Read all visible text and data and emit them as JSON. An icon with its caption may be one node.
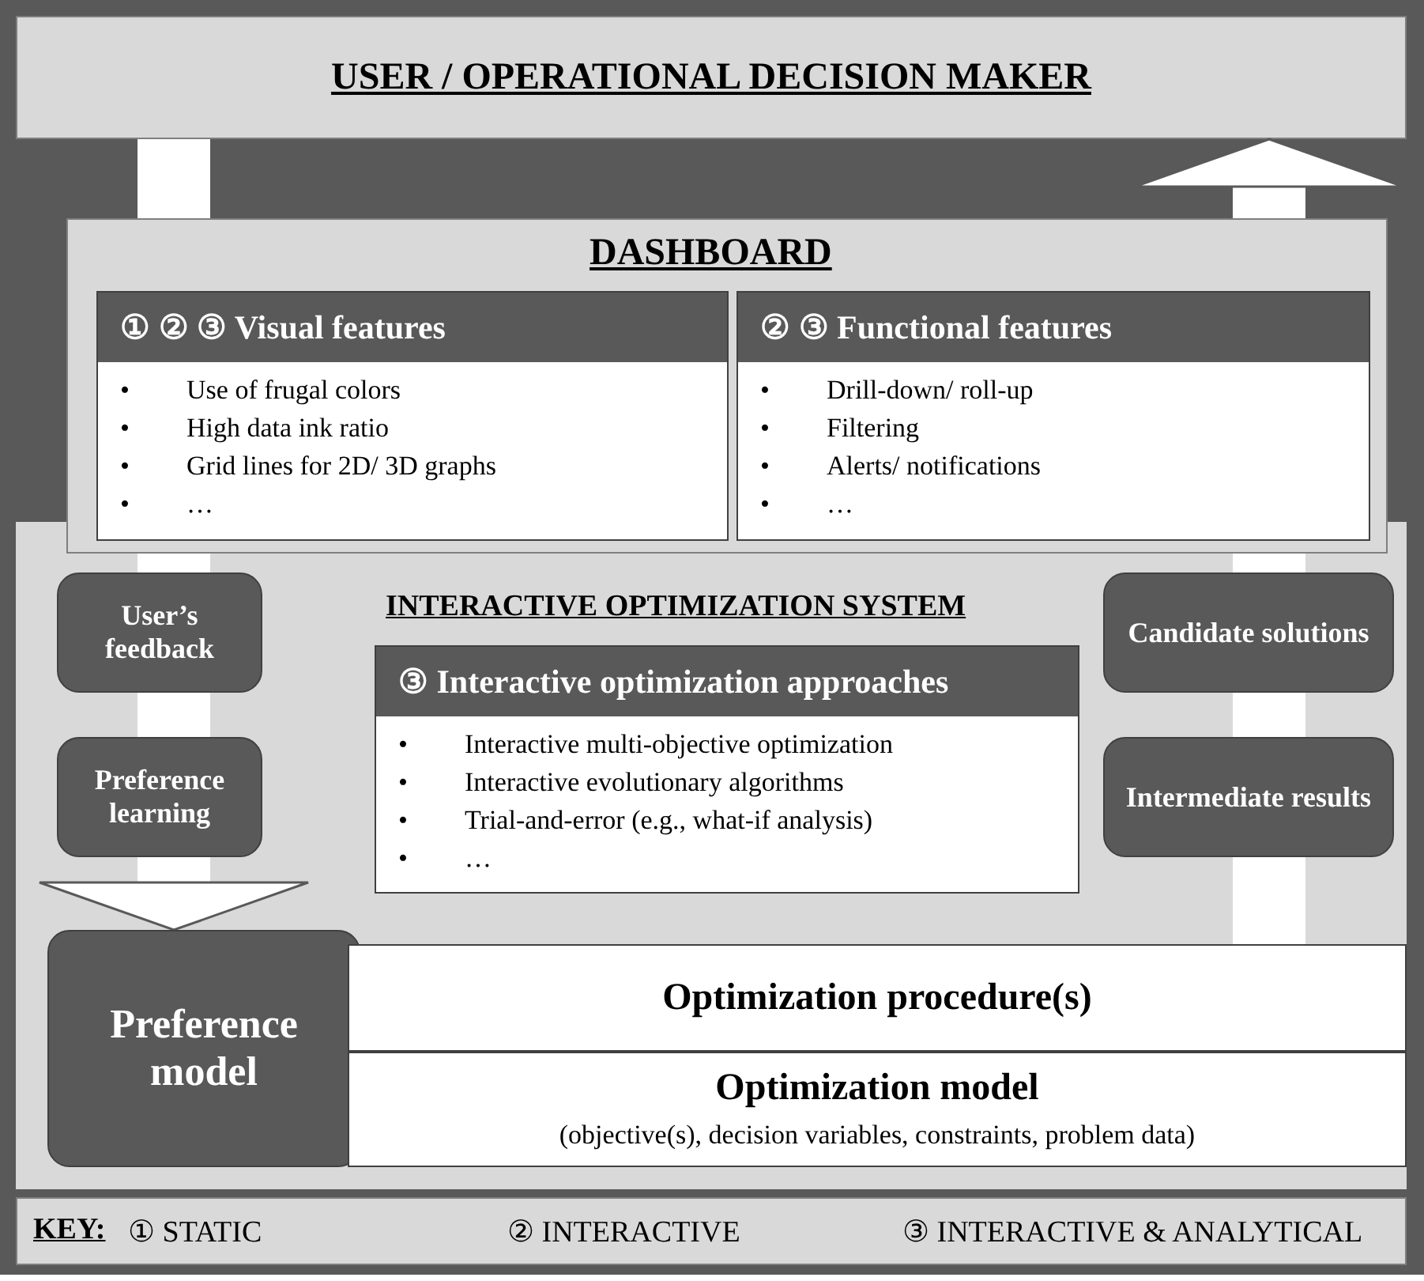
{
  "diagram": {
    "nodes": [
      {
        "text": [
          "USER / OPERATIONAL DECISION MAKER"
        ]
      },
      {
        "text": [
          "DASHBOARD"
        ]
      },
      {
        "text": [
          "① ② ③ Visual features",
          "•\tUse of frugal colors",
          "•\tHigh data ink ratio",
          "•\tGrid lines for 2D/ 3D graphs",
          "•\t…"
        ],
        "in": 1
      },
      {
        "text": [
          "② ③ Functional features",
          "•\tDrill-down/ roll-up",
          "•\tFiltering",
          "•\tAlerts/ notifications",
          "•\t…"
        ],
        "in": 1
      },
      {
        "text": [
          "INTERACTIVE OPTIMIZATION SYSTEM"
        ]
      },
      {
        "text": [
          "User’s feedback"
        ],
        "in": 4
      },
      {
        "text": [
          "Preference learning"
        ],
        "in": 4
      },
      {
        "text": [
          "Candidate solutions"
        ],
        "in": 4
      },
      {
        "text": [
          "Intermediate results"
        ],
        "in": 4
      },
      {
        "text": [
          "③ Interactive optimization approaches",
          "•\tInteractive multi-objective optimization",
          "•\tInteractive evolutionary algorithms",
          "•\tTrial-and-error (e.g., what-if analysis)",
          "•\t…"
        ],
        "in": 4
      },
      {
        "text": [
          "Preference model"
        ],
        "in": 4
      },
      {
        "text": [
          "Optimization procedure(s)"
        ],
        "in": 4
      },
      {
        "text": [
          "Optimization model",
          "(objective(s), decision variables, constraints, problem data)"
        ],
        "in": 4
      }
    ],
    "edges": [
      {
        "from": 0,
        "to": 1,
        "arrow": "none"
      },
      {
        "from": 1,
        "to": 5,
        "arrow": "none"
      },
      {
        "from": 5,
        "to": 6,
        "arrow": "none"
      },
      {
        "from": 6,
        "to": 10,
        "arrow": "to"
      },
      {
        "from": 11,
        "to": 8,
        "arrow": "none"
      },
      {
        "from": 8,
        "to": 7,
        "arrow": "none"
      },
      {
        "from": 7,
        "to": 1,
        "arrow": "none"
      },
      {
        "from": 1,
        "to": 0,
        "arrow": "to"
      }
    ],
    "labels": [
      "KEY:",
      "① STATIC",
      "② INTERACTIVE",
      "③ INTERACTIVE & ANALYTICAL"
    ]
  }
}
